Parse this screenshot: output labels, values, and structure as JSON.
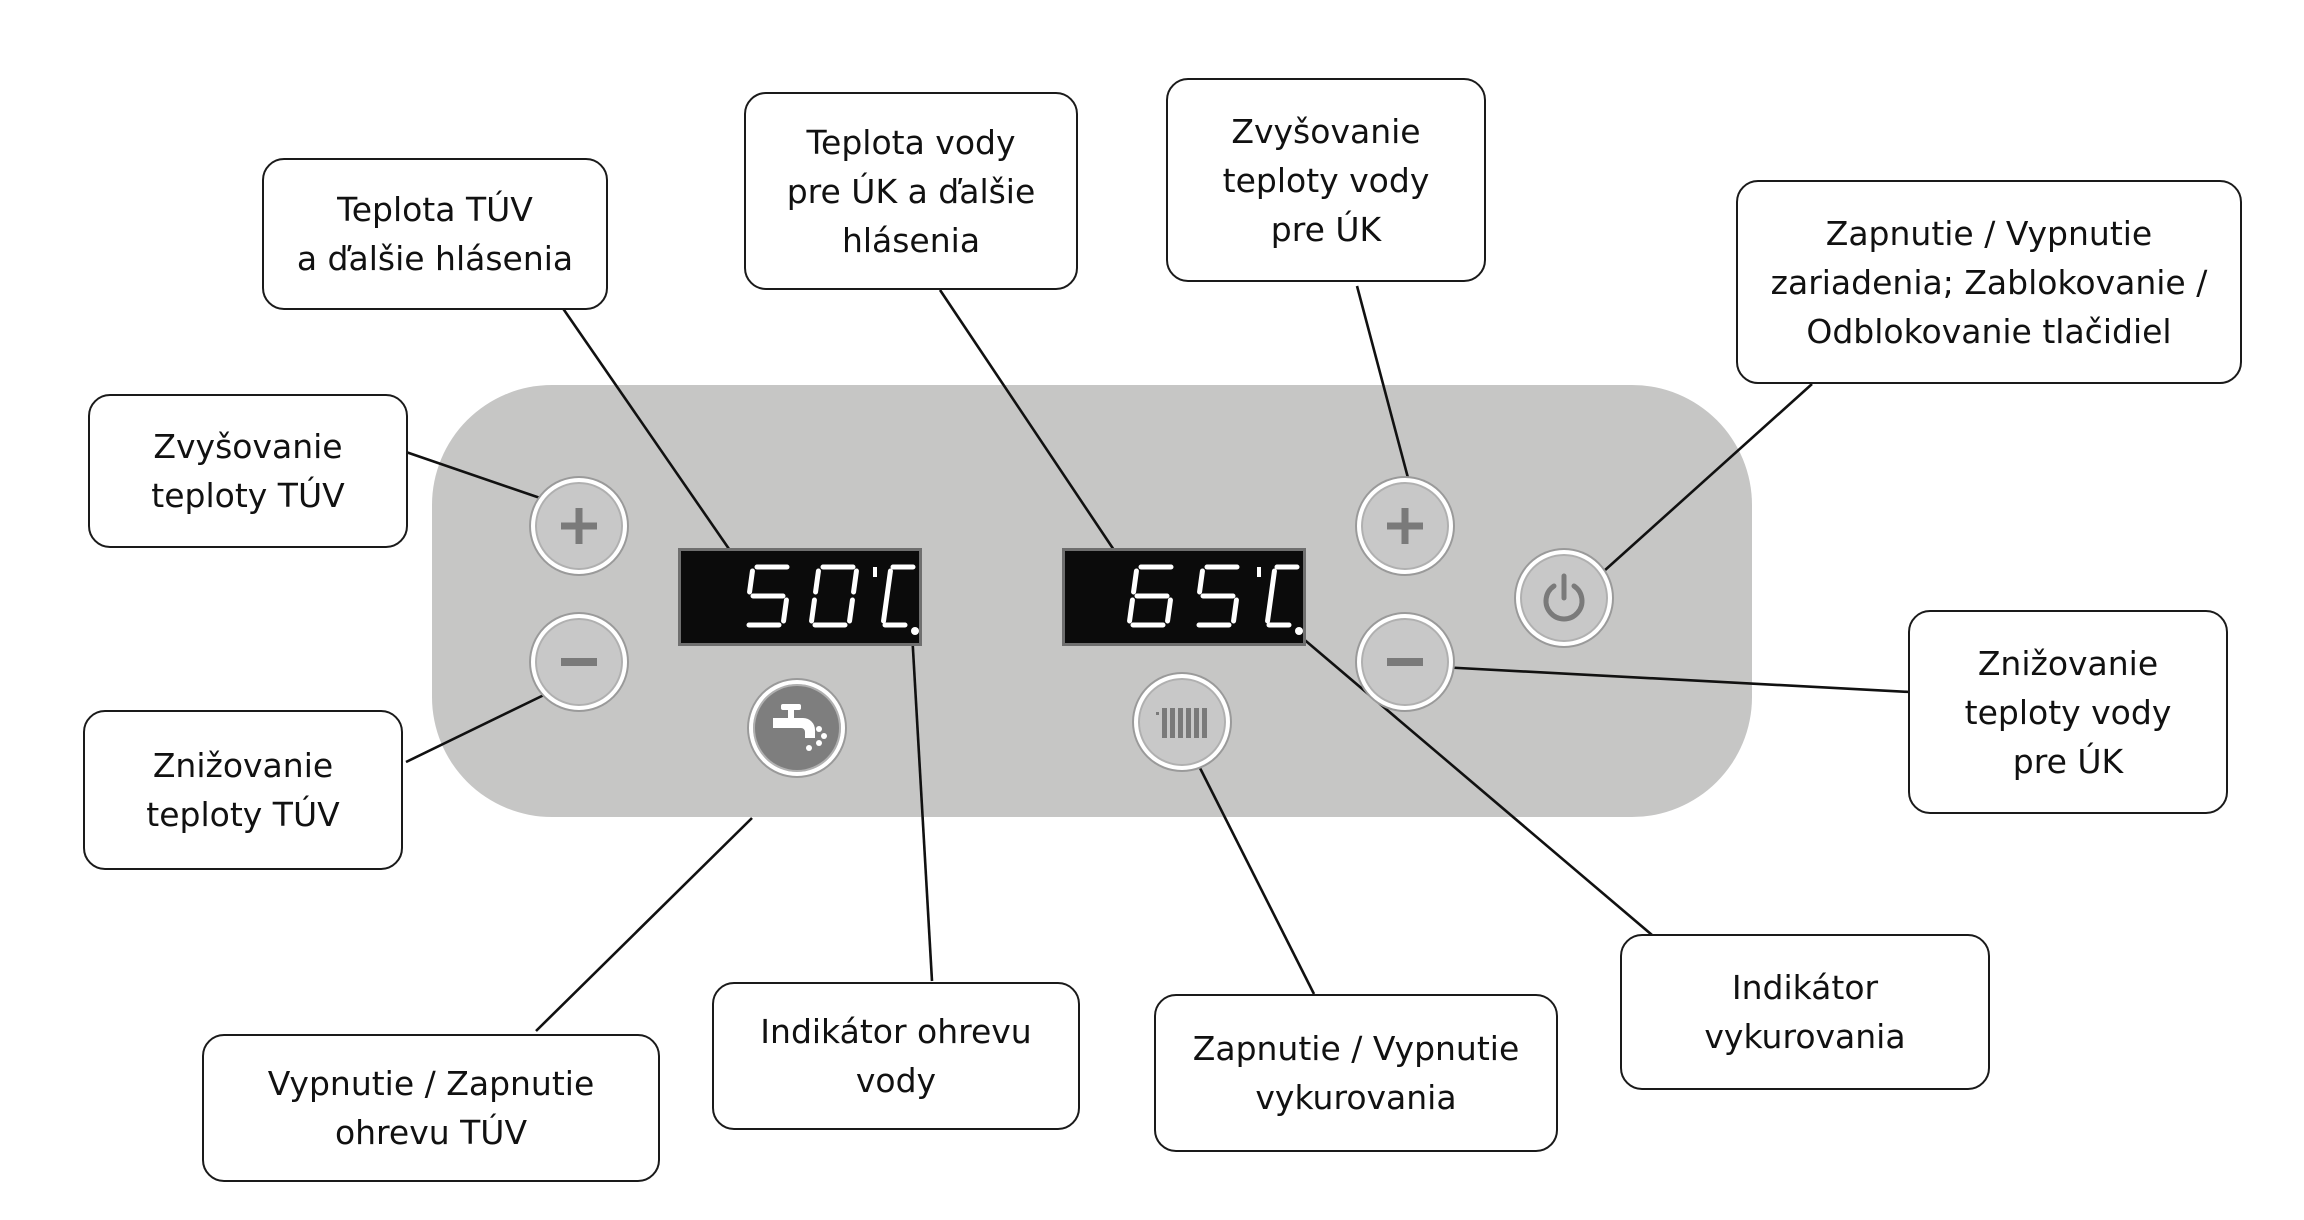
{
  "callouts": {
    "dhw_temp": "Teplota TÚV\na ďalšie hlásenia",
    "ch_temp": "Teplota vody\npre ÚK a ďalšie\nhlásenia",
    "ch_increase": "Zvyšovanie\nteploty vody\npre ÚK",
    "power": "Zapnutie / Vypnutie\nzariadenia; Zablokovanie /\nOdblokovanie tlačidiel",
    "dhw_increase": "Zvyšovanie\nteploty TÚV",
    "dhw_decrease": "Znižovanie\nteploty TÚV",
    "ch_decrease": "Znižovanie\nteploty vody\npre ÚK",
    "dhw_toggle": "Vypnutie / Zapnutie\nohrevu TÚV",
    "dhw_indicator": "Indikátor ohrevu\nvody",
    "ch_toggle": "Zapnutie / Vypnutie\nvykurovania",
    "ch_indicator": "Indikátor\nvykurovania"
  },
  "displays": {
    "dhw": {
      "digits": [
        "5",
        "0"
      ],
      "unit": "°C"
    },
    "ch": {
      "digits": [
        "6",
        "5"
      ],
      "unit": "°C"
    }
  },
  "icons": {
    "dhw_plus": "plus-icon",
    "dhw_minus": "minus-icon",
    "dhw_tap": "water-tap-icon",
    "ch_plus": "plus-icon",
    "ch_minus": "minus-icon",
    "ch_radiator": "radiator-icon",
    "power": "power-icon"
  },
  "colors": {
    "panel": "#c6c6c5",
    "display_bg": "#0b0b0b",
    "segment": "#ffffff",
    "button_face": "#c8c8c8",
    "button_icon": "#7a7a7a"
  }
}
